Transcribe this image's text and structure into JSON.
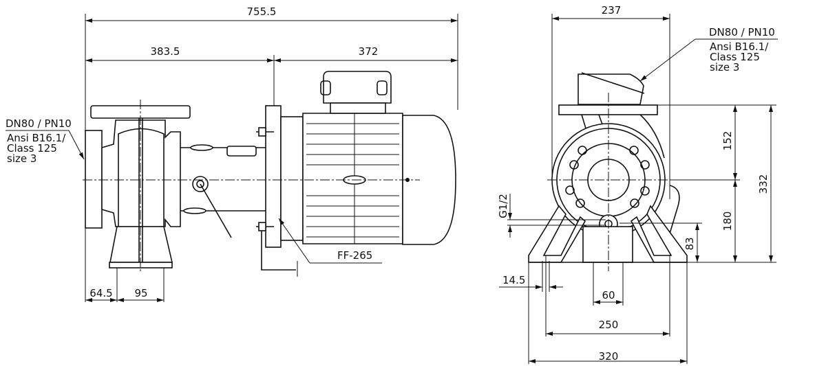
{
  "side_view": {
    "dim_total": "755.5",
    "dim_pump": "383.5",
    "dim_motor": "372",
    "dim_foot_offset": "64.5",
    "dim_foot_width": "95",
    "flange_label": "FF-265",
    "suction_note": {
      "line1": "DN80 / PN10",
      "line2": "Ansi B16.1/",
      "line3": "Class 125",
      "line4": "size 3"
    }
  },
  "front_view": {
    "dim_width": "237",
    "dim_upper_height": "152",
    "dim_shaft_height": "180",
    "dim_total_height": "332",
    "dim_drain_height": "83",
    "drain_thread": "G1/2",
    "dim_hole": "14.5",
    "dim_center_block": "60",
    "dim_hole_spacing": "250",
    "dim_base_width": "320",
    "discharge_note": {
      "line1": "DN80 / PN10",
      "line2": "Ansi B16.1/",
      "line3": "Class 125",
      "line4": "size 3"
    }
  }
}
